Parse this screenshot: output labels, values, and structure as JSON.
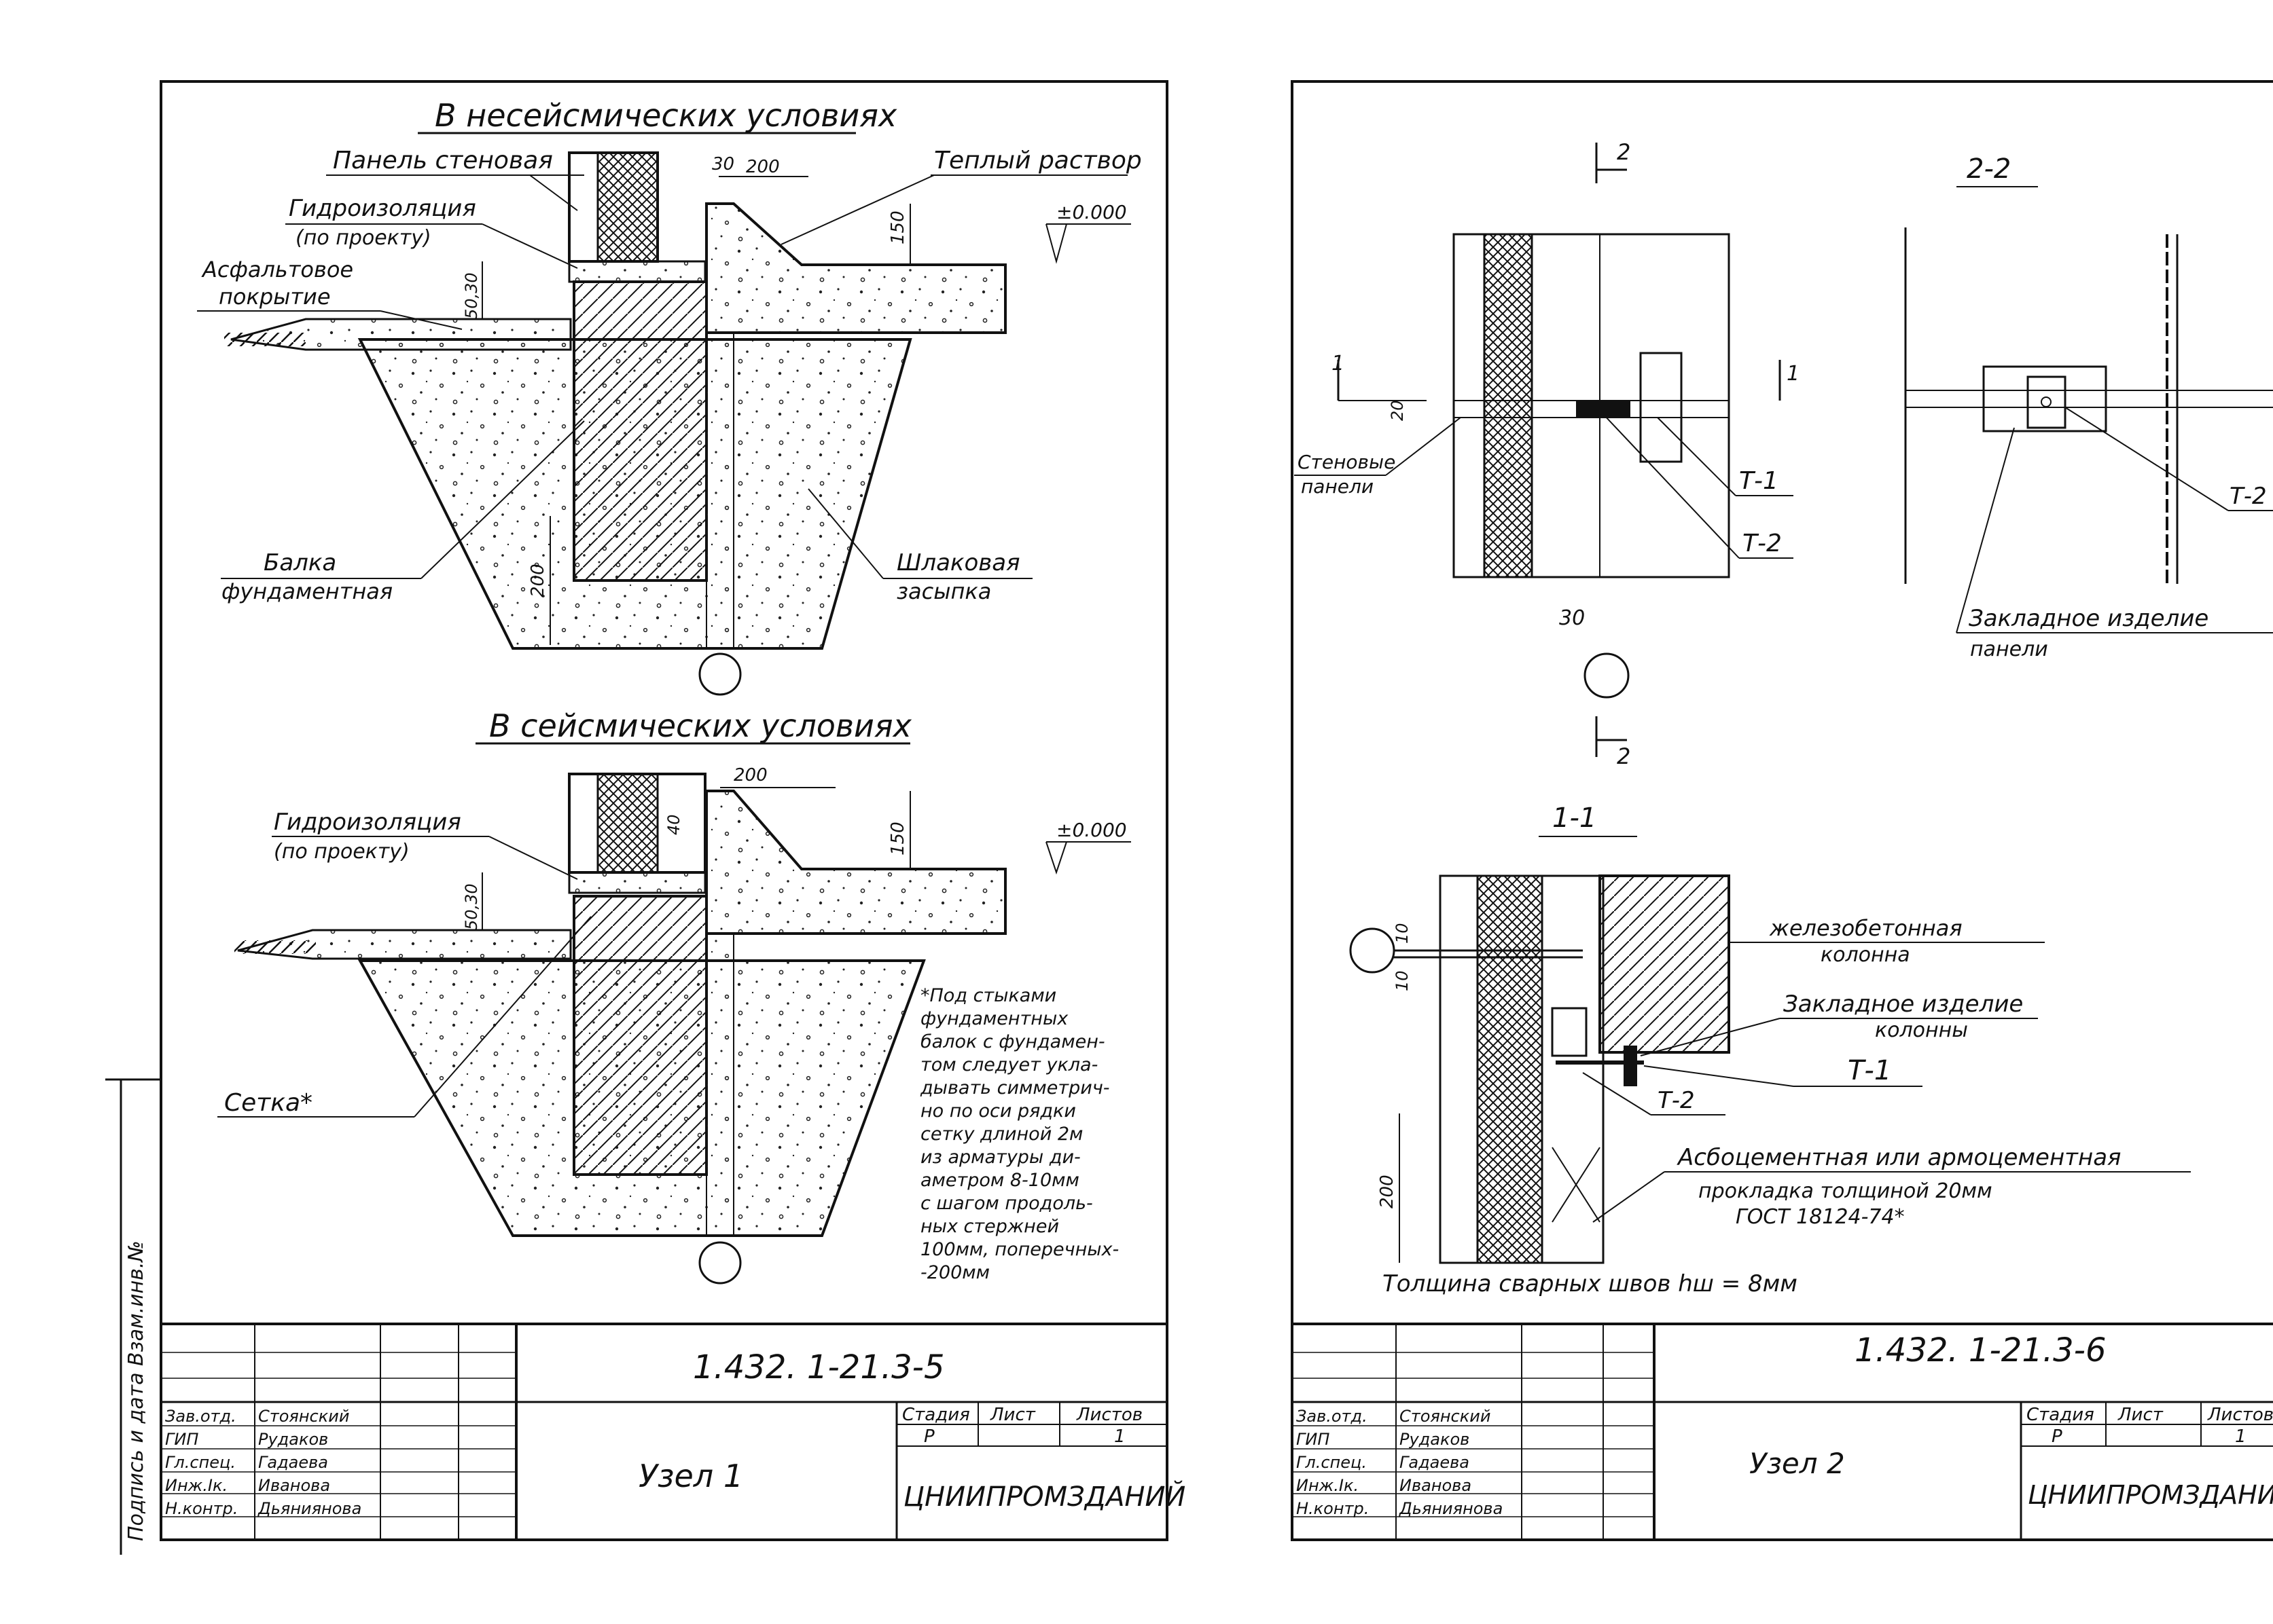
{
  "sheet1": {
    "top_title": "В несейсмических условиях",
    "bottom_title": "В сейсмических условиях",
    "labels": {
      "panel": "Панель стеновая",
      "warm_mortar": "Теплый раствор",
      "waterproofing": "Гидроизоляция",
      "waterproofing_note": "(по проекту)",
      "asphalt_1": "Асфальтовое",
      "asphalt_2": "покрытие",
      "beam_1": "Балка",
      "beam_2": "фундаментная",
      "slag_1": "Шлаковая",
      "slag_2": "засыпка",
      "waterproofing2": "Гидроизоляция",
      "waterproofing2_note": "(по проекту)",
      "mesh": "Сетка*"
    },
    "dims": {
      "d30": "30",
      "d200": "200",
      "d150": "150",
      "level": "±0.000",
      "d50_30": "50,30",
      "d200v": "200",
      "d40": "40",
      "d200b": "200",
      "d150b": "150",
      "level2": "±0.000",
      "d50_30b": "50,30"
    },
    "footnote": [
      "*Под стыками",
      "фундаментных",
      "балок с фундамен-",
      "том следует укла-",
      "дывать симметрич-",
      "но по оси рядки",
      "сетку длиной 2м",
      "из арматуры ди-",
      "аметром 8-10мм",
      "с шагом продоль-",
      "ных стержней",
      "100мм, поперечных-",
      "-200мм"
    ],
    "title_block": {
      "code": "1.432. 1-21.3-5",
      "node": "Узел 1",
      "roles": [
        "Зав.отд.",
        "ГИП",
        "Гл.спец.",
        "Инж.Iк.",
        "Н.контр."
      ],
      "names": [
        "Стоянский",
        "Рудаков",
        "Гадаева",
        "Иванова",
        "Дьяниянова"
      ],
      "stage_h": "Стадия",
      "sheet_h": "Лист",
      "sheets_h": "Листов",
      "stage": "Р",
      "sheets": "1",
      "org": "ЦНИИПРОМЗДАНИЙ"
    },
    "side_note": "Подпись и дата  Взам.инв.№"
  },
  "sheet2": {
    "sect_top": "2",
    "sect_bottom": "2",
    "sect_22": "2-2",
    "sect_11": "1-1",
    "arrow1a": "1",
    "arrow1b": "1",
    "labels": {
      "stem_1": "Стеновые",
      "stem_2": "панели",
      "t1": "Т-1",
      "t2": "Т-2",
      "t2b": "Т-2",
      "embed_1": "Закладное изделие",
      "embed_2": "панели",
      "rc_1": "железобетонная",
      "rc_2": "колонна",
      "embcol_1": "Закладное изделие",
      "embcol_2": "колонны",
      "t1b": "Т-1",
      "t2c": "Т-2",
      "gasket_1": "Асбоцементная или армоцементная",
      "gasket_2": "прокладка толщиной 20мм",
      "gasket_3": "ГОСТ 18124-74*",
      "weld": "Толщина сварных швов hш = 8мм"
    },
    "dims": {
      "d20": "20",
      "d30": "30",
      "d10": "10",
      "d10b": "10",
      "d200": "200"
    },
    "title_block": {
      "code": "1.432. 1-21.3-6",
      "node": "Узел 2",
      "roles": [
        "Зав.отд.",
        "ГИП",
        "Гл.спец.",
        "Инж.Iк.",
        "Н.контр."
      ],
      "names": [
        "Стоянский",
        "Рудаков",
        "Гадаева",
        "Иванова",
        "Дьяниянова"
      ],
      "stage_h": "Стадия",
      "sheet_h": "Лист",
      "sheets_h": "Листов",
      "stage": "Р",
      "sheets": "1",
      "org": "ЦНИИПРОМЗДАНИЙ"
    }
  }
}
